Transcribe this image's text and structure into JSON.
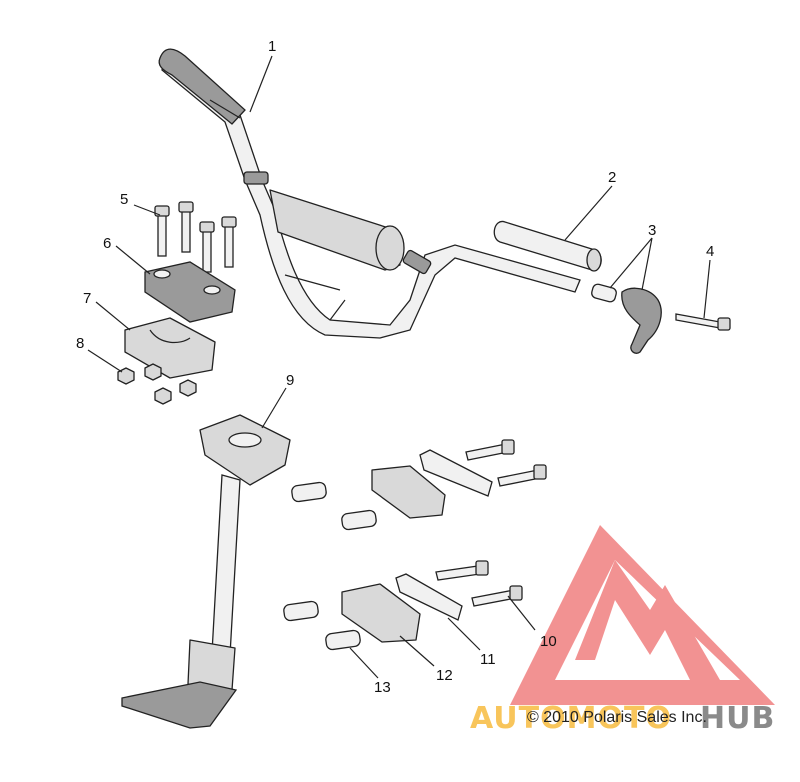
{
  "callouts": [
    {
      "num": "1"
    },
    {
      "num": "2"
    },
    {
      "num": "3"
    },
    {
      "num": "4"
    },
    {
      "num": "5"
    },
    {
      "num": "6"
    },
    {
      "num": "7"
    },
    {
      "num": "8"
    },
    {
      "num": "9"
    },
    {
      "num": "10"
    },
    {
      "num": "11"
    },
    {
      "num": "12"
    },
    {
      "num": "13"
    }
  ],
  "copyright": "© 2010 Polaris Sales Inc.",
  "watermark": {
    "text_left": "AUTOMOTO",
    "text_right": "HUB",
    "color_left": "#f7b733",
    "color_right": "#8a8a8a",
    "logo_color": "#f08080"
  }
}
